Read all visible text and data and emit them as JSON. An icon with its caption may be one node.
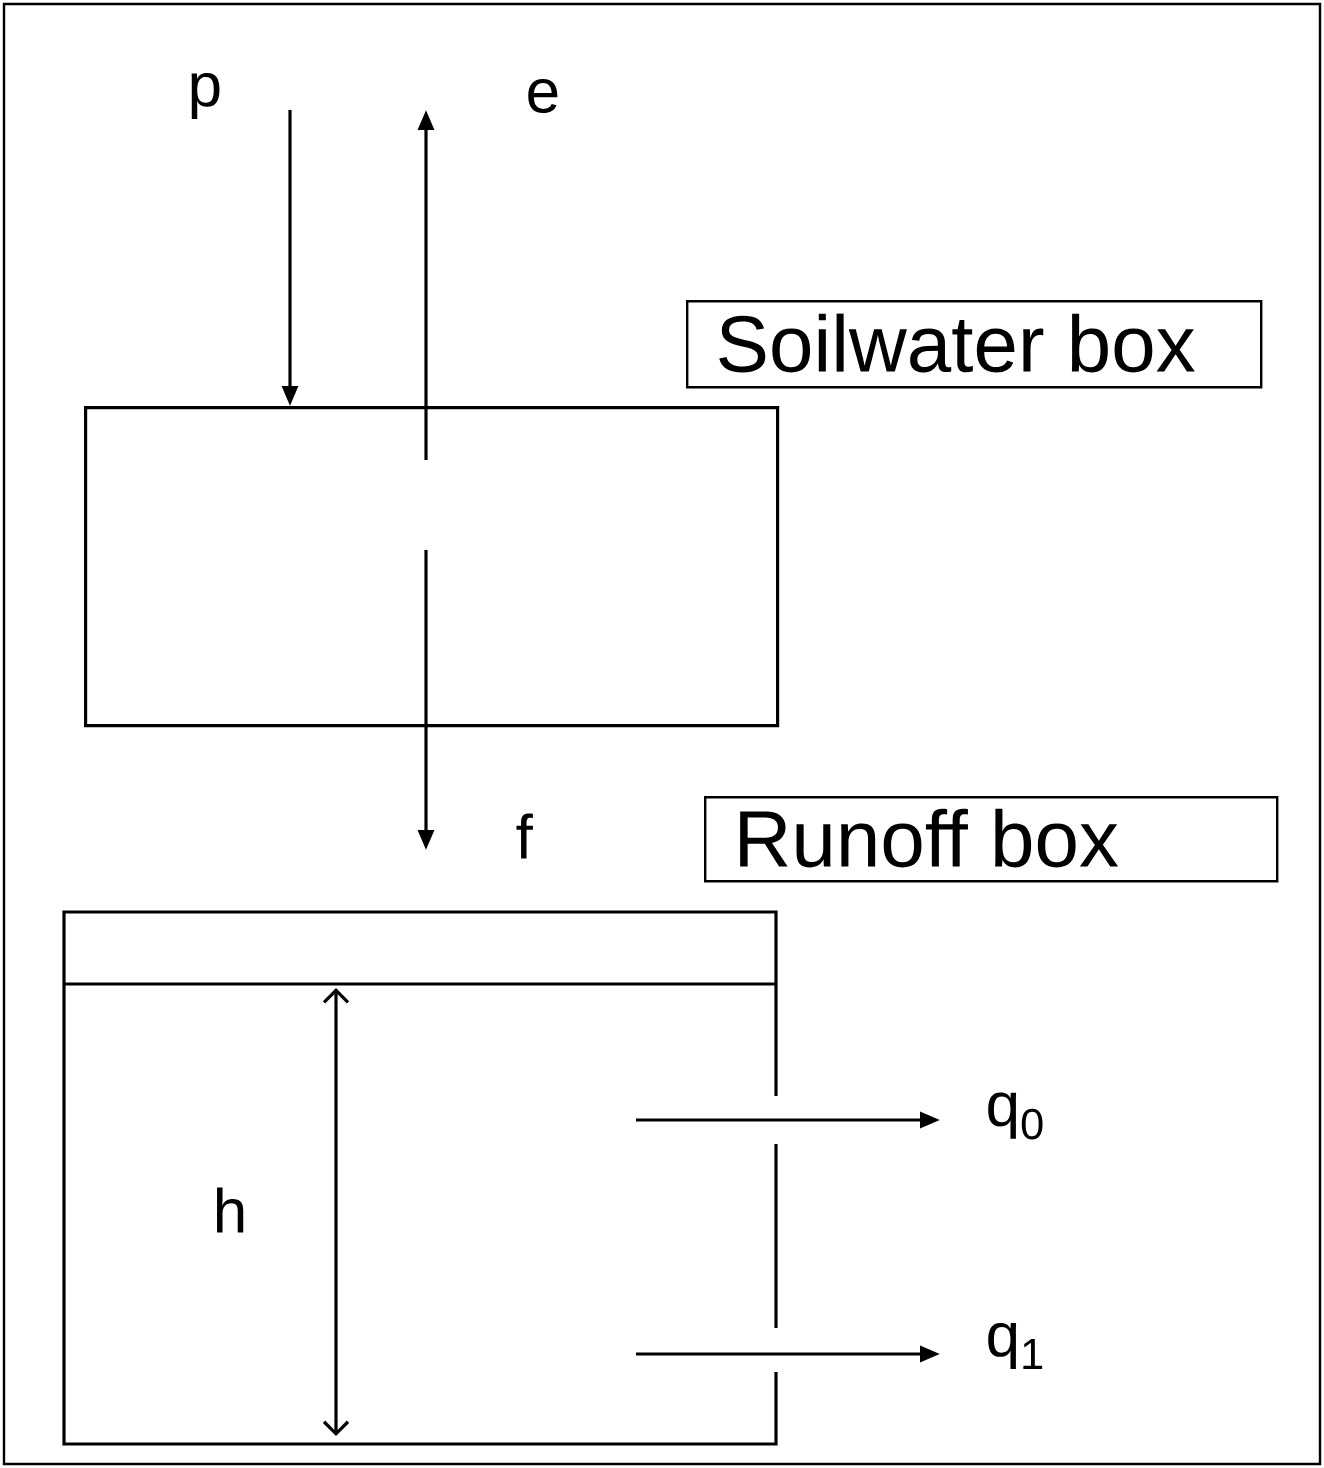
{
  "diagram": {
    "nodes": [
      {
        "text": [
          "Soilwater box"
        ]
      },
      {
        "text": [],
        "shape": "box"
      },
      {
        "text": [
          "Runoff box"
        ]
      },
      {
        "text": [],
        "shape": "box"
      }
    ],
    "edges": [
      {
        "from": null,
        "to": 1,
        "arrow": "to",
        "label": "p"
      },
      {
        "from": 1,
        "to": null,
        "arrow": "to",
        "label": "e"
      },
      {
        "from": 1,
        "to": null,
        "arrow": "to",
        "label": "f"
      },
      {
        "from": 3,
        "to": null,
        "arrow": "to",
        "label": "q$_{0}$"
      },
      {
        "from": 3,
        "to": null,
        "arrow": "to",
        "label": "q$_{1}$"
      }
    ],
    "labels": [
      "h"
    ]
  }
}
